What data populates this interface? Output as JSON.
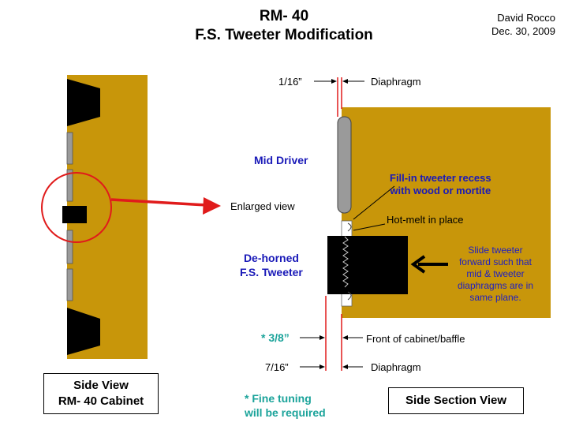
{
  "header": {
    "title_line1": "RM- 40",
    "title_line2": "F.S. Tweeter Modification",
    "author": "David Rocco",
    "date": "Dec. 30, 2009"
  },
  "labels": {
    "top_gap": "1/16”",
    "top_diaphragm": "Diaphragm",
    "mid_driver": "Mid Driver",
    "fill_in_line1": "Fill-in tweeter recess",
    "fill_in_line2": "with wood or mortite",
    "hot_melt": "Hot-melt in place",
    "enlarged_view": "Enlarged view",
    "dehorned_line1": "De-horned",
    "dehorned_line2": "F.S. Tweeter",
    "slide_line1": "Slide tweeter",
    "slide_line2": "forward such that",
    "slide_line3": "mid & tweeter",
    "slide_line4": "diaphragms are in",
    "slide_line5": "same plane.",
    "three_eighths": "* 3/8”",
    "front_cabinet": "Front of cabinet/baffle",
    "seven_sixteenths": "7/16”",
    "bottom_diaphragm": "Diaphragm",
    "fine_tuning_line1": "* Fine tuning",
    "fine_tuning_line2": "will  be required"
  },
  "boxes": {
    "side_view_line1": "Side View",
    "side_view_line2": "RM- 40 Cabinet",
    "side_section": "Side Section View"
  },
  "colors": {
    "cabinet": "#c8960a",
    "red": "#e01b1b",
    "blue_text": "#1a1ab8",
    "teal_text": "#1aa39a",
    "driver_gray": "#9a9a9a"
  }
}
